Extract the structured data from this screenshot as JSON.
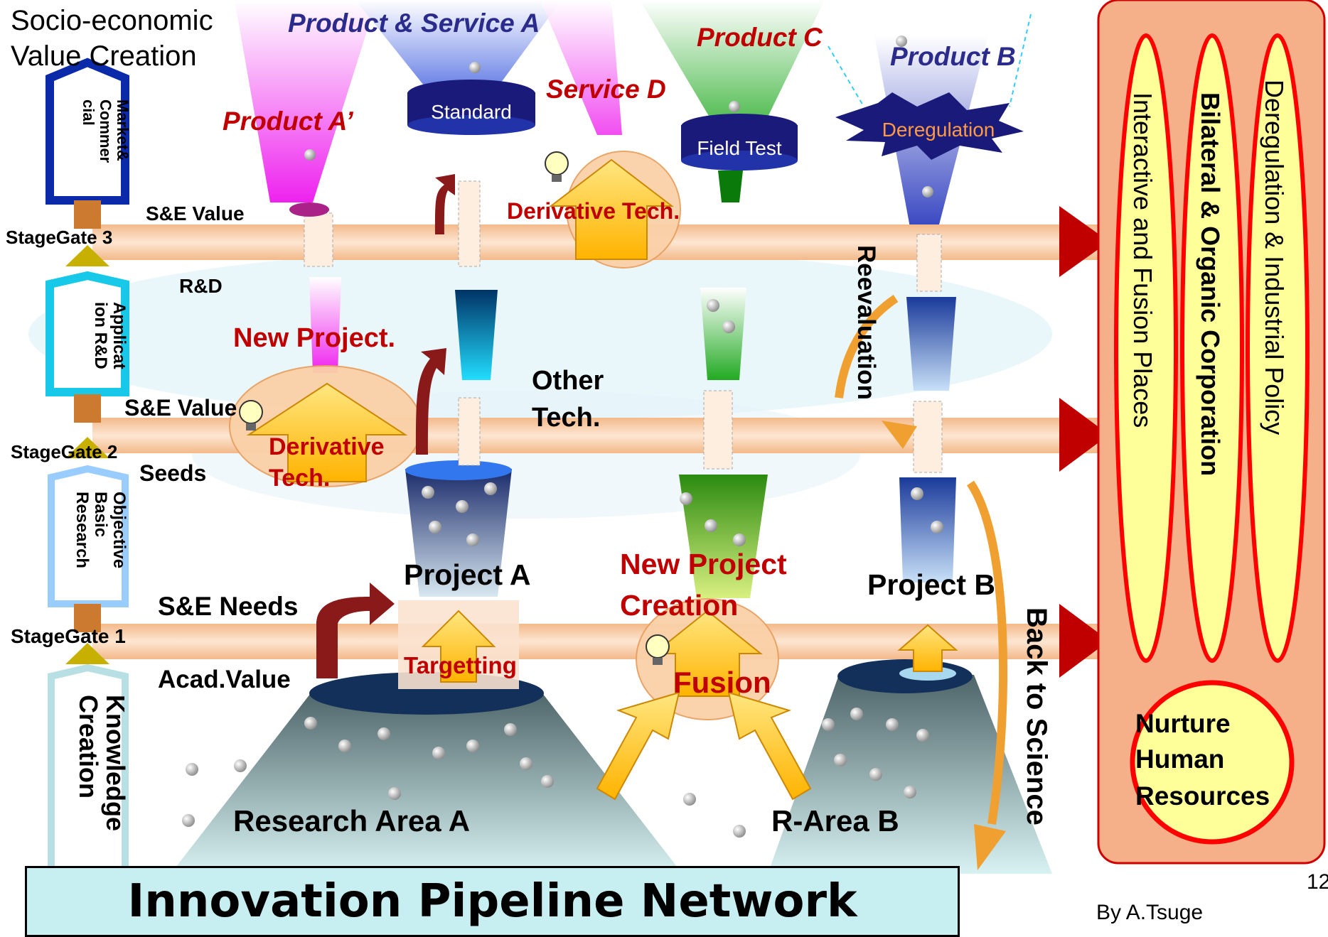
{
  "heading": {
    "line1": "Socio-economic",
    "line2": "Value Creation"
  },
  "products": {
    "a": "Product & Service A",
    "a_prime": "Product A’",
    "c": "Product C",
    "b": "Product B",
    "d": "Service D"
  },
  "discs": {
    "standard": "Standard",
    "field_test": "Field Test",
    "deregulation": "Deregulation"
  },
  "stages": {
    "market": "Market& Commer cial",
    "application": "Applicat ion R&D",
    "objective": "Objective Basic Research",
    "knowledge": "Knowledge Creation"
  },
  "gates": {
    "g3": "StageGate 3",
    "g2": "StageGate 2",
    "g1": "StageGate 1"
  },
  "left_labels": {
    "se_value_top": "S&E Value",
    "rnd": "R&D",
    "se_value_mid": "S&E Value",
    "seeds": "Seeds",
    "se_needs": "S&E Needs",
    "acad_value": "Acad.Value"
  },
  "center_labels": {
    "new_project": "New Project.",
    "derivative_tech_left": "Derivative Tech.",
    "derivative_tech_top": "Derivative Tech.",
    "other_tech": "Other Tech.",
    "project_a": "Project A",
    "targetting": "Targetting",
    "new_project_creation": "New Project Creation",
    "fusion": "Fusion",
    "project_b": "Project B",
    "reevaluation": "Reevaluation",
    "back_to_science": "Back to Science",
    "research_area_a": "Research Area A",
    "r_area_b": "R-Area B"
  },
  "right_panel": {
    "col1": "Interactive and Fusion Places",
    "col2": "Bilateral & Organic Corporation",
    "col3": "Deregulation & Industrial Policy",
    "nurture": "Nurture Human Resources"
  },
  "footer": {
    "title": "Innovation Pipeline Network",
    "byline": "By A.Tsuge",
    "page": "12"
  },
  "colors": {
    "band": "#f5c9a3",
    "magenta": "#ff66ff",
    "cyan": "#33ccff",
    "green": "#22aa22",
    "blue": "#2233aa",
    "arrow_yellow": "#ffd24d",
    "right_panel": "#f6b38c",
    "oval": "#ffff99",
    "oval_border": "#ff0000"
  }
}
